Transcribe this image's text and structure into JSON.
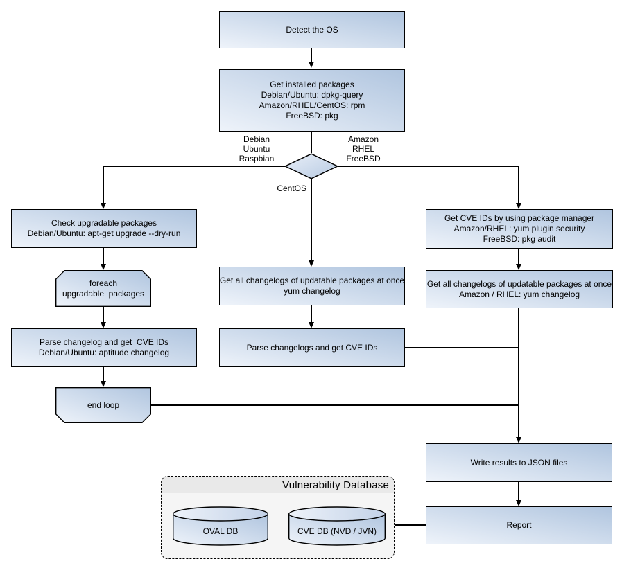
{
  "colors": {
    "shape_gradient_start": "#eef3fa",
    "shape_gradient_end": "#b0c5df",
    "shape_border": "#000000",
    "connector": "#000000",
    "container_fill": "#f5f5f5",
    "container_header_fill": "#e9e9e9"
  },
  "nodes": {
    "detect_os": {
      "label": "Detect the OS"
    },
    "get_installed_packages": {
      "lines": [
        "Get installed packages",
        "Debian/Ubuntu: dpkg-query",
        "Amazon/RHEL/CentOS: rpm",
        "FreeBSD: pkg"
      ]
    },
    "os_branch": {
      "left_labels": [
        "Debian",
        "Ubuntu",
        "Raspbian"
      ],
      "right_labels": [
        "Amazon",
        "RHEL",
        "FreeBSD"
      ],
      "bottom_label": "CentOS"
    },
    "check_upgradable": {
      "lines": [
        "Check upgradable packages",
        "Debian/Ubuntu: apt-get upgrade --dry-run"
      ]
    },
    "foreach_loop": {
      "lines": [
        "foreach",
        "upgradable  packages"
      ]
    },
    "parse_changelog_left": {
      "lines": [
        "Parse changelog and get  CVE IDs",
        "Debian/Ubuntu: aptitude changelog"
      ]
    },
    "end_loop": {
      "label": "end loop"
    },
    "get_changelogs_mid": {
      "lines": [
        "Get all changelogs of updatable packages at once",
        "yum changelog"
      ]
    },
    "parse_changelogs_mid": {
      "label": "Parse changelogs and get CVE IDs"
    },
    "get_cve_ids_right": {
      "lines": [
        "Get CVE IDs by using package manager",
        "Amazon/RHEL: yum plugin security",
        "FreeBSD: pkg audit"
      ]
    },
    "get_changelogs_right": {
      "lines": [
        "Get all changelogs of updatable packages at once",
        "Amazon / RHEL: yum changelog"
      ]
    },
    "write_results": {
      "label": "Write results to JSON files"
    },
    "report": {
      "label": "Report"
    },
    "vulnerability_database": {
      "title": "Vulnerability Database",
      "oval_db": "OVAL DB",
      "cve_db": "CVE DB (NVD / JVN)"
    }
  }
}
